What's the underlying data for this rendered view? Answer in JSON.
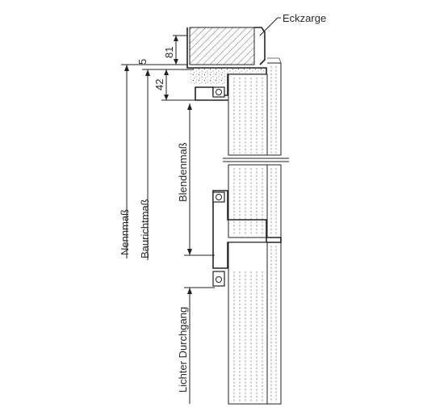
{
  "labels": {
    "eckzarge": "Eckzarge",
    "dim_81": "81",
    "dim_5": "5",
    "dim_42": "42",
    "blendenmass": "Blendenmaß",
    "nennmass": "Nennmaß",
    "baurichtmass": "Baurichtmaß",
    "lichter_durchgang": "Lichter Durchgang"
  },
  "colors": {
    "line": "#222222",
    "background": "#ffffff"
  }
}
